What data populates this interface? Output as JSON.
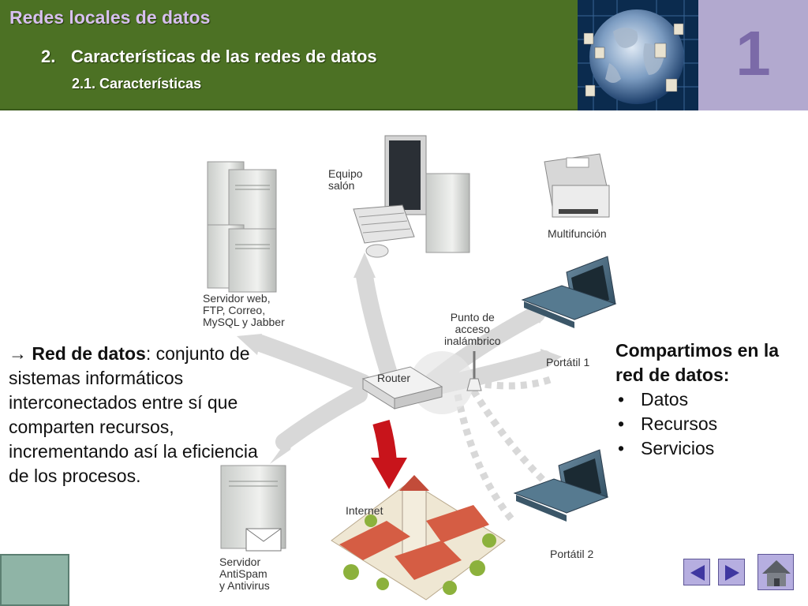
{
  "header": {
    "title": "Redes locales de datos",
    "subtitle_number": "2.",
    "subtitle": "Características de las redes de datos",
    "subsubtitle": "2.1. Características",
    "chapter_number": "1"
  },
  "diagram": {
    "nodes": [
      {
        "id": "server-web",
        "label": "Servidor web,\nFTP, Correo,\nMySQL y Jabber",
        "icon": "server-rack-icon"
      },
      {
        "id": "equipo-salon",
        "label": "Equipo\nsalón",
        "icon": "desktop-computer-icon"
      },
      {
        "id": "multifuncion",
        "label": "Multifunción",
        "icon": "printer-icon"
      },
      {
        "id": "portatil-1",
        "label": "Portátil 1",
        "icon": "laptop-icon"
      },
      {
        "id": "punto-acceso",
        "label": "Punto de\nacceso\ninalámbrico",
        "icon": "wireless-ap-icon"
      },
      {
        "id": "router",
        "label": "Router",
        "icon": "router-icon"
      },
      {
        "id": "internet",
        "label": "Internet",
        "icon": "town-icon"
      },
      {
        "id": "portatil-2",
        "label": "Portátil 2",
        "icon": "laptop-icon"
      },
      {
        "id": "server-antispam",
        "label": "Servidor\nAntiSpam\ny Antivirus",
        "icon": "mail-server-icon"
      }
    ]
  },
  "left_text": {
    "arrow": "→",
    "term": "Red de datos",
    "definition": ": conjunto de sistemas informáticos interconectados entre sí que comparten recursos, incrementando así la eficiencia de los procesos."
  },
  "right_text": {
    "heading": "Compartimos en la red de datos:",
    "bullet": "•",
    "items": [
      "Datos",
      "Recursos",
      "Servicios"
    ]
  },
  "nav": {
    "buttons": [
      "previous-icon",
      "next-icon",
      "home-icon"
    ]
  },
  "colors": {
    "header_green": "#4c7124",
    "title_lavender": "#d7c0ee",
    "chapter_panel": "#b2a9cf",
    "chapter_number": "#7b6aa8",
    "nav_button": "#b6aee0",
    "nav_arrow": "#3f37a0"
  }
}
